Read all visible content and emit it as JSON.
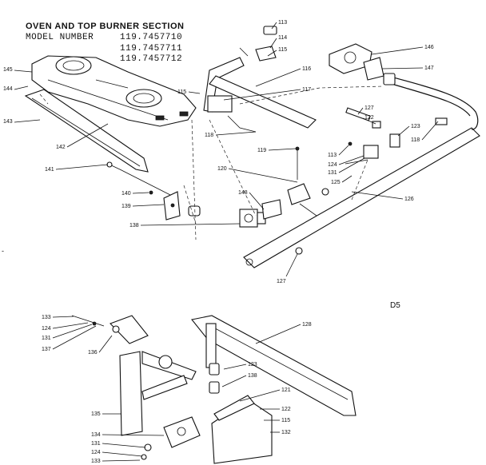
{
  "header": {
    "title": "OVEN AND TOP BURNER SECTION",
    "model_label": "MODEL NUMBER",
    "models": [
      "119.7457710",
      "119.7457711",
      "119.7457712"
    ]
  },
  "page_code": "D5",
  "callouts": {
    "c145": "145",
    "c144": "144",
    "c143": "143",
    "c142": "142",
    "c141": "141",
    "c140": "140",
    "c139": "139",
    "c138": "138",
    "c113": "113",
    "c114": "114",
    "c115a": "115",
    "c115b": "115",
    "c116": "116",
    "c117": "117",
    "c118a": "118",
    "c119": "119",
    "c120": "120",
    "c148": "148",
    "c146": "146",
    "c147": "147",
    "c127a": "127",
    "c122a": "122",
    "c123a": "123",
    "c118b": "118",
    "c113b": "113",
    "c124a": "124",
    "c131a": "131",
    "c125": "125",
    "c126": "126",
    "c127b": "127",
    "c133a": "133",
    "c124b": "124",
    "c131b": "131",
    "c137": "137",
    "c136": "136",
    "c128": "128",
    "c123b": "123",
    "c138b": "138",
    "c121": "121",
    "c122b": "122",
    "c115c": "115",
    "c132": "132",
    "c135": "135",
    "c134": "134",
    "c131c": "131",
    "c124c": "124",
    "c133b": "133"
  }
}
